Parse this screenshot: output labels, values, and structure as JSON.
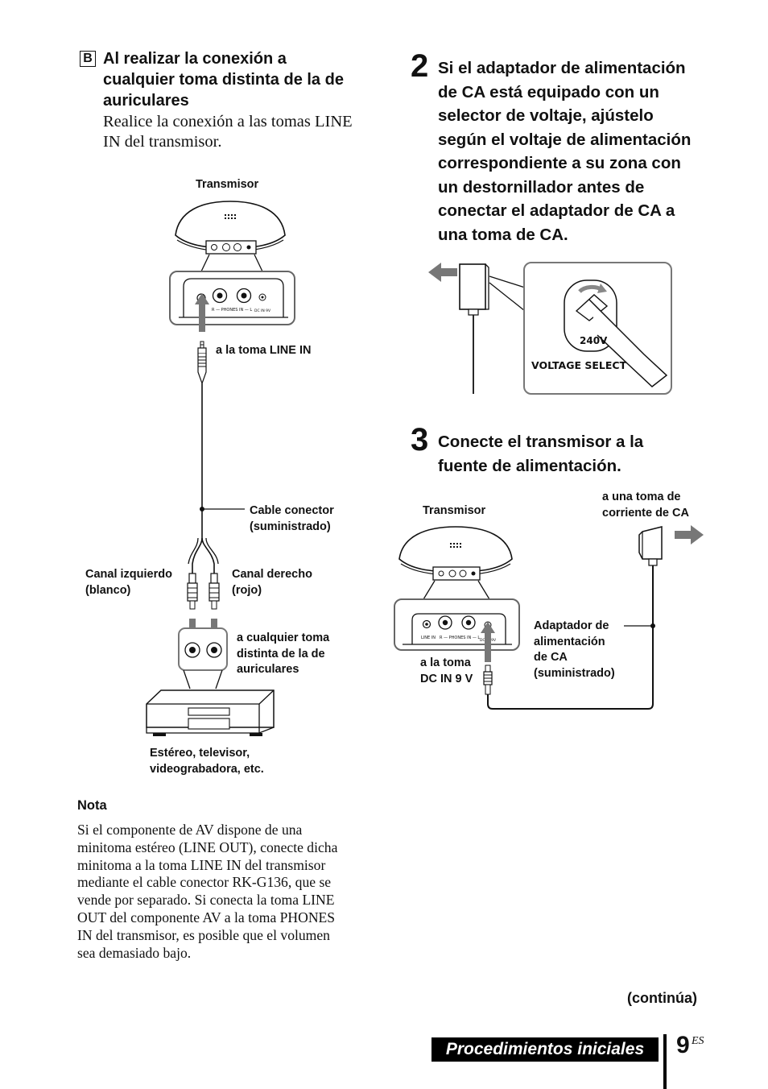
{
  "section_b": {
    "badge": "B",
    "heading_lines": [
      "Al realizar la conexión a",
      "cualquier toma distinta de la de",
      "auriculares"
    ],
    "body_lines": [
      "Realice la conexión a las tomas LINE",
      "IN del transmisor."
    ]
  },
  "diagram_left": {
    "transmisor": "Transmisor",
    "jack_panel": "R — PHONES IN — L",
    "dc_in": "DC IN 9V",
    "line_in_target": "a la toma LINE IN",
    "cable_label_lines": [
      "Cable conector",
      "(suministrado)"
    ],
    "left_channel_lines": [
      "Canal izquierdo",
      "(blanco)"
    ],
    "right_channel_lines": [
      "Canal derecho",
      "(rojo)"
    ],
    "other_jack_lines": [
      "a cualquier toma",
      "distinta de la de",
      "auriculares"
    ],
    "device_lines": [
      "Estéreo, televisor,",
      "videograbadora, etc."
    ]
  },
  "note": {
    "title": "Nota",
    "lines": [
      "Si el componente de AV dispone de una",
      "minitoma estéreo (LINE OUT), conecte dicha",
      "minitoma a la toma LINE IN del transmisor",
      "mediante el cable conector RK-G136, que se",
      "vende por separado. Si conecta la toma LINE",
      "OUT del componente AV a la toma PHONES",
      "IN del transmisor, es posible que el volumen",
      "sea demasiado bajo."
    ]
  },
  "step2": {
    "number": "2",
    "lines": [
      "Si el adaptador de alimentación",
      "de CA está equipado con un",
      "selector de voltaje, ajústelo",
      "según el voltaje de alimentación",
      "correspondiente a su zona con",
      "un destornillador antes de",
      "conectar el adaptador de CA a",
      "una toma de CA."
    ],
    "voltage_value": "240V",
    "voltage_label": "VOLTAGE  SELECT"
  },
  "step3": {
    "number": "3",
    "lines": [
      "Conecte el transmisor a la",
      "fuente de alimentación."
    ]
  },
  "diagram_right": {
    "transmisor": "Transmisor",
    "outlet_lines": [
      "a una toma de",
      "corriente de CA"
    ],
    "line_in": "LINE IN",
    "jack_panel": "R — PHONES IN — L",
    "dc_in": "DC IN 9V",
    "adapter_lines": [
      "Adaptador de",
      "alimentación",
      "de CA",
      "(suministrado)"
    ],
    "dc_target_lines": [
      "a la toma",
      "DC IN 9 V"
    ]
  },
  "footer": {
    "continua": "(continúa)",
    "section": "Procedimientos iniciales",
    "page_number": "9",
    "lang": "ES"
  }
}
